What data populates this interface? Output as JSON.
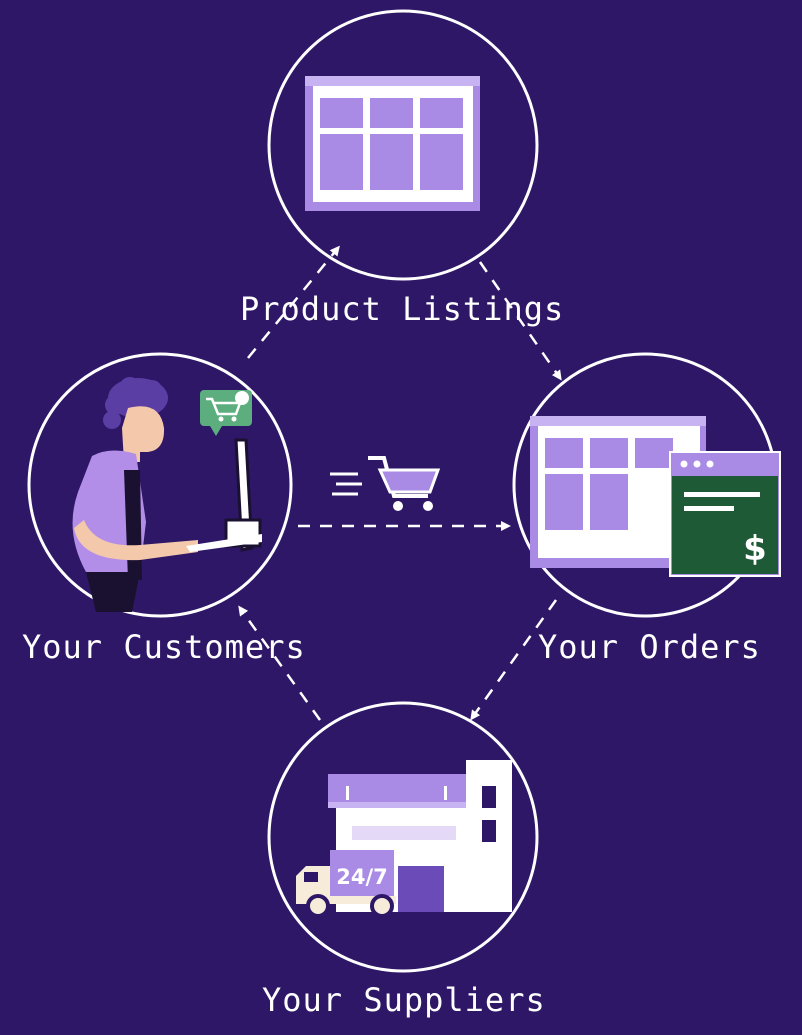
{
  "diagram": {
    "nodes": {
      "product_listings": {
        "label": "Product Listings",
        "icon": "product-grid-icon"
      },
      "your_customers": {
        "label": "Your Customers",
        "icon": "customer-at-computer-icon"
      },
      "your_orders": {
        "label": "Your Orders",
        "icon": "order-invoice-icon"
      },
      "your_suppliers": {
        "label": "Your Suppliers",
        "icon": "warehouse-truck-icon"
      }
    },
    "badge_text": "24/7",
    "currency_symbol": "$",
    "flows": [
      {
        "from": "your_customers",
        "to": "product_listings"
      },
      {
        "from": "product_listings",
        "to": "your_orders"
      },
      {
        "from": "your_customers",
        "to": "your_orders",
        "icon": "shopping-cart-icon"
      },
      {
        "from": "your_orders",
        "to": "your_suppliers"
      },
      {
        "from": "your_suppliers",
        "to": "your_customers"
      }
    ]
  },
  "colors": {
    "background": "#2e1767",
    "accent_purple": "#a98be6",
    "light_purple": "#c7b2f2",
    "invoice_green": "#1f5a37",
    "line": "#ffffff"
  }
}
